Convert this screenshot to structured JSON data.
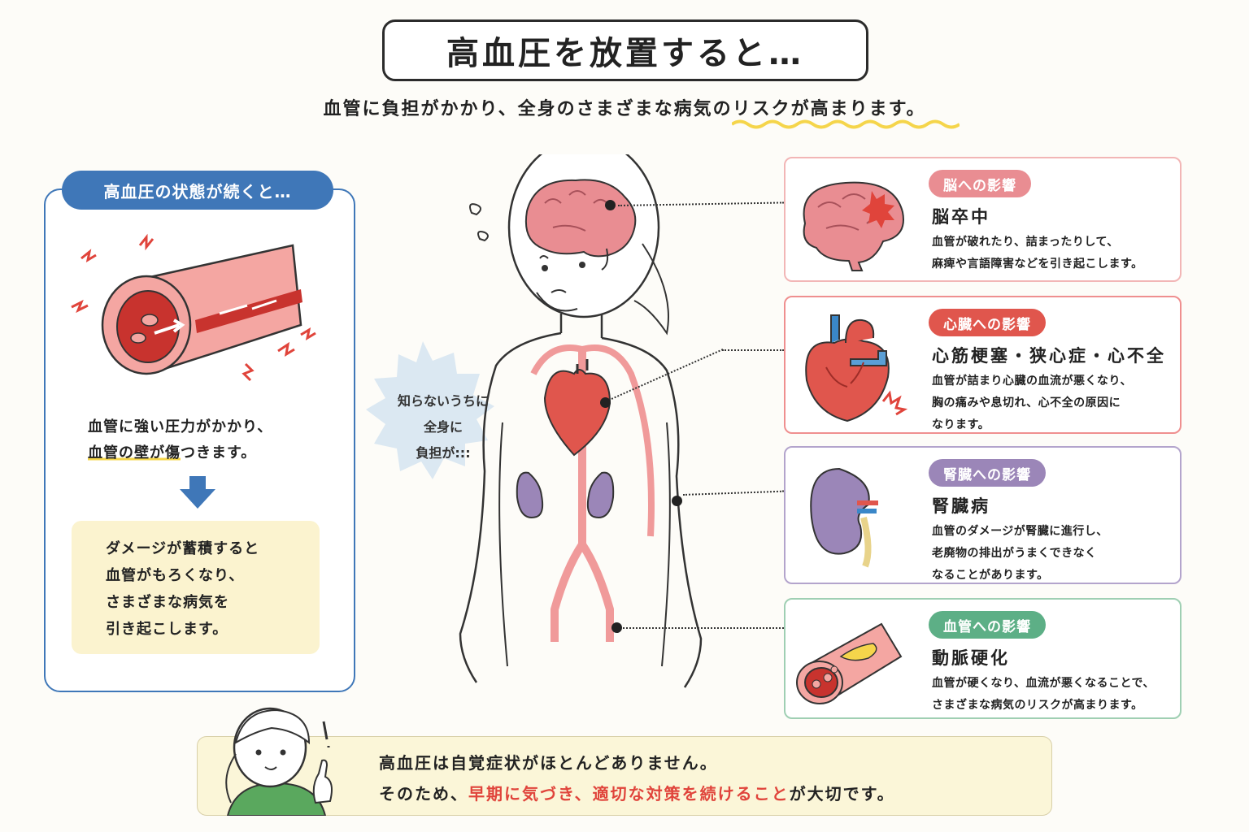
{
  "header": {
    "title": "高血圧を放置すると…",
    "subtitle": "血管に負担がかかり、全身のさまざまな病気のリスクが高まります。"
  },
  "left_panel": {
    "tab": "高血圧の状態が続くと…",
    "line1": "血管に強い圧力がかかり、",
    "line2_underlined": "血管の壁が傷",
    "line2_rest": "つきます。",
    "box_lines": [
      "ダメージが蓄積すると",
      "血管がもろくなり、",
      "さまざまな病気を",
      "引き起こします。"
    ]
  },
  "center": {
    "burst_lines": [
      "知らないうちに",
      "全身に",
      "負担が:::"
    ]
  },
  "cards": [
    {
      "badge": "脳への影響",
      "title": "脳卒中",
      "desc": [
        "血管が破れたり、詰まったりして、",
        "麻痺や言語障害などを引き起こします。"
      ]
    },
    {
      "badge": "心臓への影響",
      "title": "心筋梗塞・狭心症・心不全",
      "desc": [
        "血管が詰まり心臓の血流が悪くなり、",
        "胸の痛みや息切れ、心不全の原因に",
        "なります。"
      ]
    },
    {
      "badge": "腎臓への影響",
      "title": "腎臓病",
      "desc": [
        "血管のダメージが腎臓に進行し、",
        "老廃物の排出がうまくできなく",
        "なることがあります。"
      ]
    },
    {
      "badge": "血管への影響",
      "title": "動脈硬化",
      "desc": [
        "血管が硬くなり、血流が悪くなることで、",
        "さまざまな病気のリスクが高まります。"
      ]
    }
  ],
  "bottom": {
    "line1": "高血圧は自覚症状がほとんどありません。",
    "line2_a": "そのため、",
    "line2_red": "早期に気づき、適切な対策を続けること",
    "line2_b": "が大切です。"
  },
  "colors": {
    "blue": "#3f77b8",
    "brain_pink": "#e98d92",
    "heart_red": "#e0564d",
    "kidney_purple": "#9b86b8",
    "vessel_green": "#5daf86",
    "highlight_red": "#e0443b",
    "highlight_yellow": "#f5d54b"
  }
}
